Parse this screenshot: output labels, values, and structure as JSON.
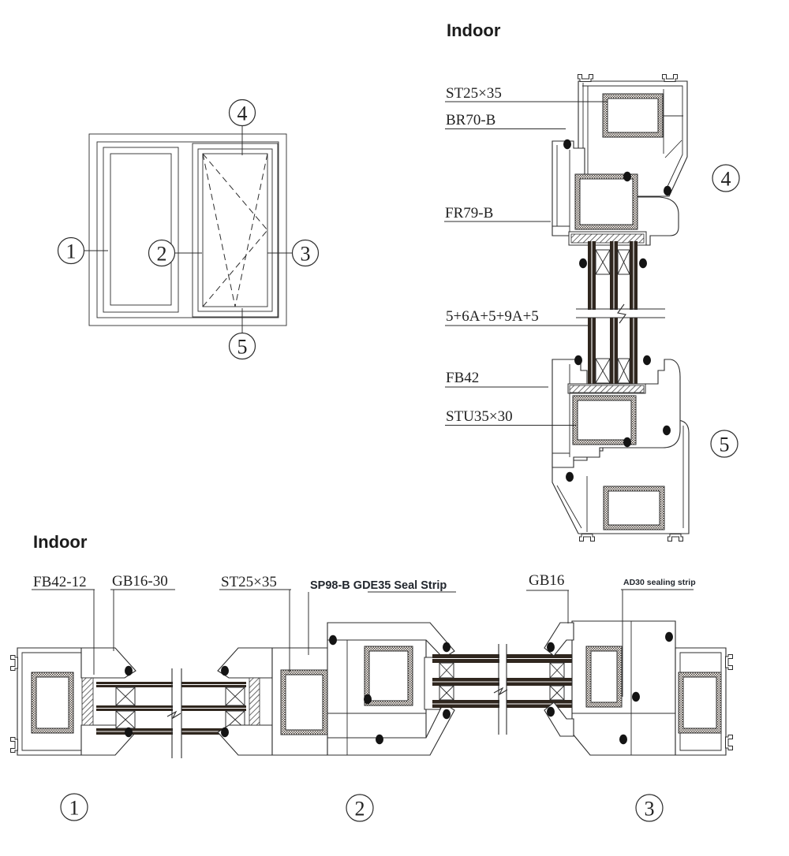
{
  "colors": {
    "line": "#2c2c2c",
    "text": "#222222",
    "glass_fill": "#2f261e",
    "hatch_fill": "#41362c",
    "annotation_sans": "#22272e"
  },
  "elevation": {
    "markers": [
      "1",
      "2",
      "3",
      "4",
      "5"
    ]
  },
  "top_section": {
    "indoor": "Indoor",
    "labels": [
      "ST25×35",
      "BR70-B",
      "FR79-B",
      "5+6A+5+9A+5",
      "FB42",
      "STU35×30"
    ],
    "markers": [
      "4",
      "5"
    ]
  },
  "bottom_section": {
    "indoor": "Indoor",
    "labels": [
      "FB42-12",
      "GB16-30",
      "ST25×35",
      "SP98-B GDE35 Seal Strip",
      "GB16",
      "AD30 sealing strip"
    ],
    "markers": [
      "1",
      "2",
      "3"
    ]
  }
}
